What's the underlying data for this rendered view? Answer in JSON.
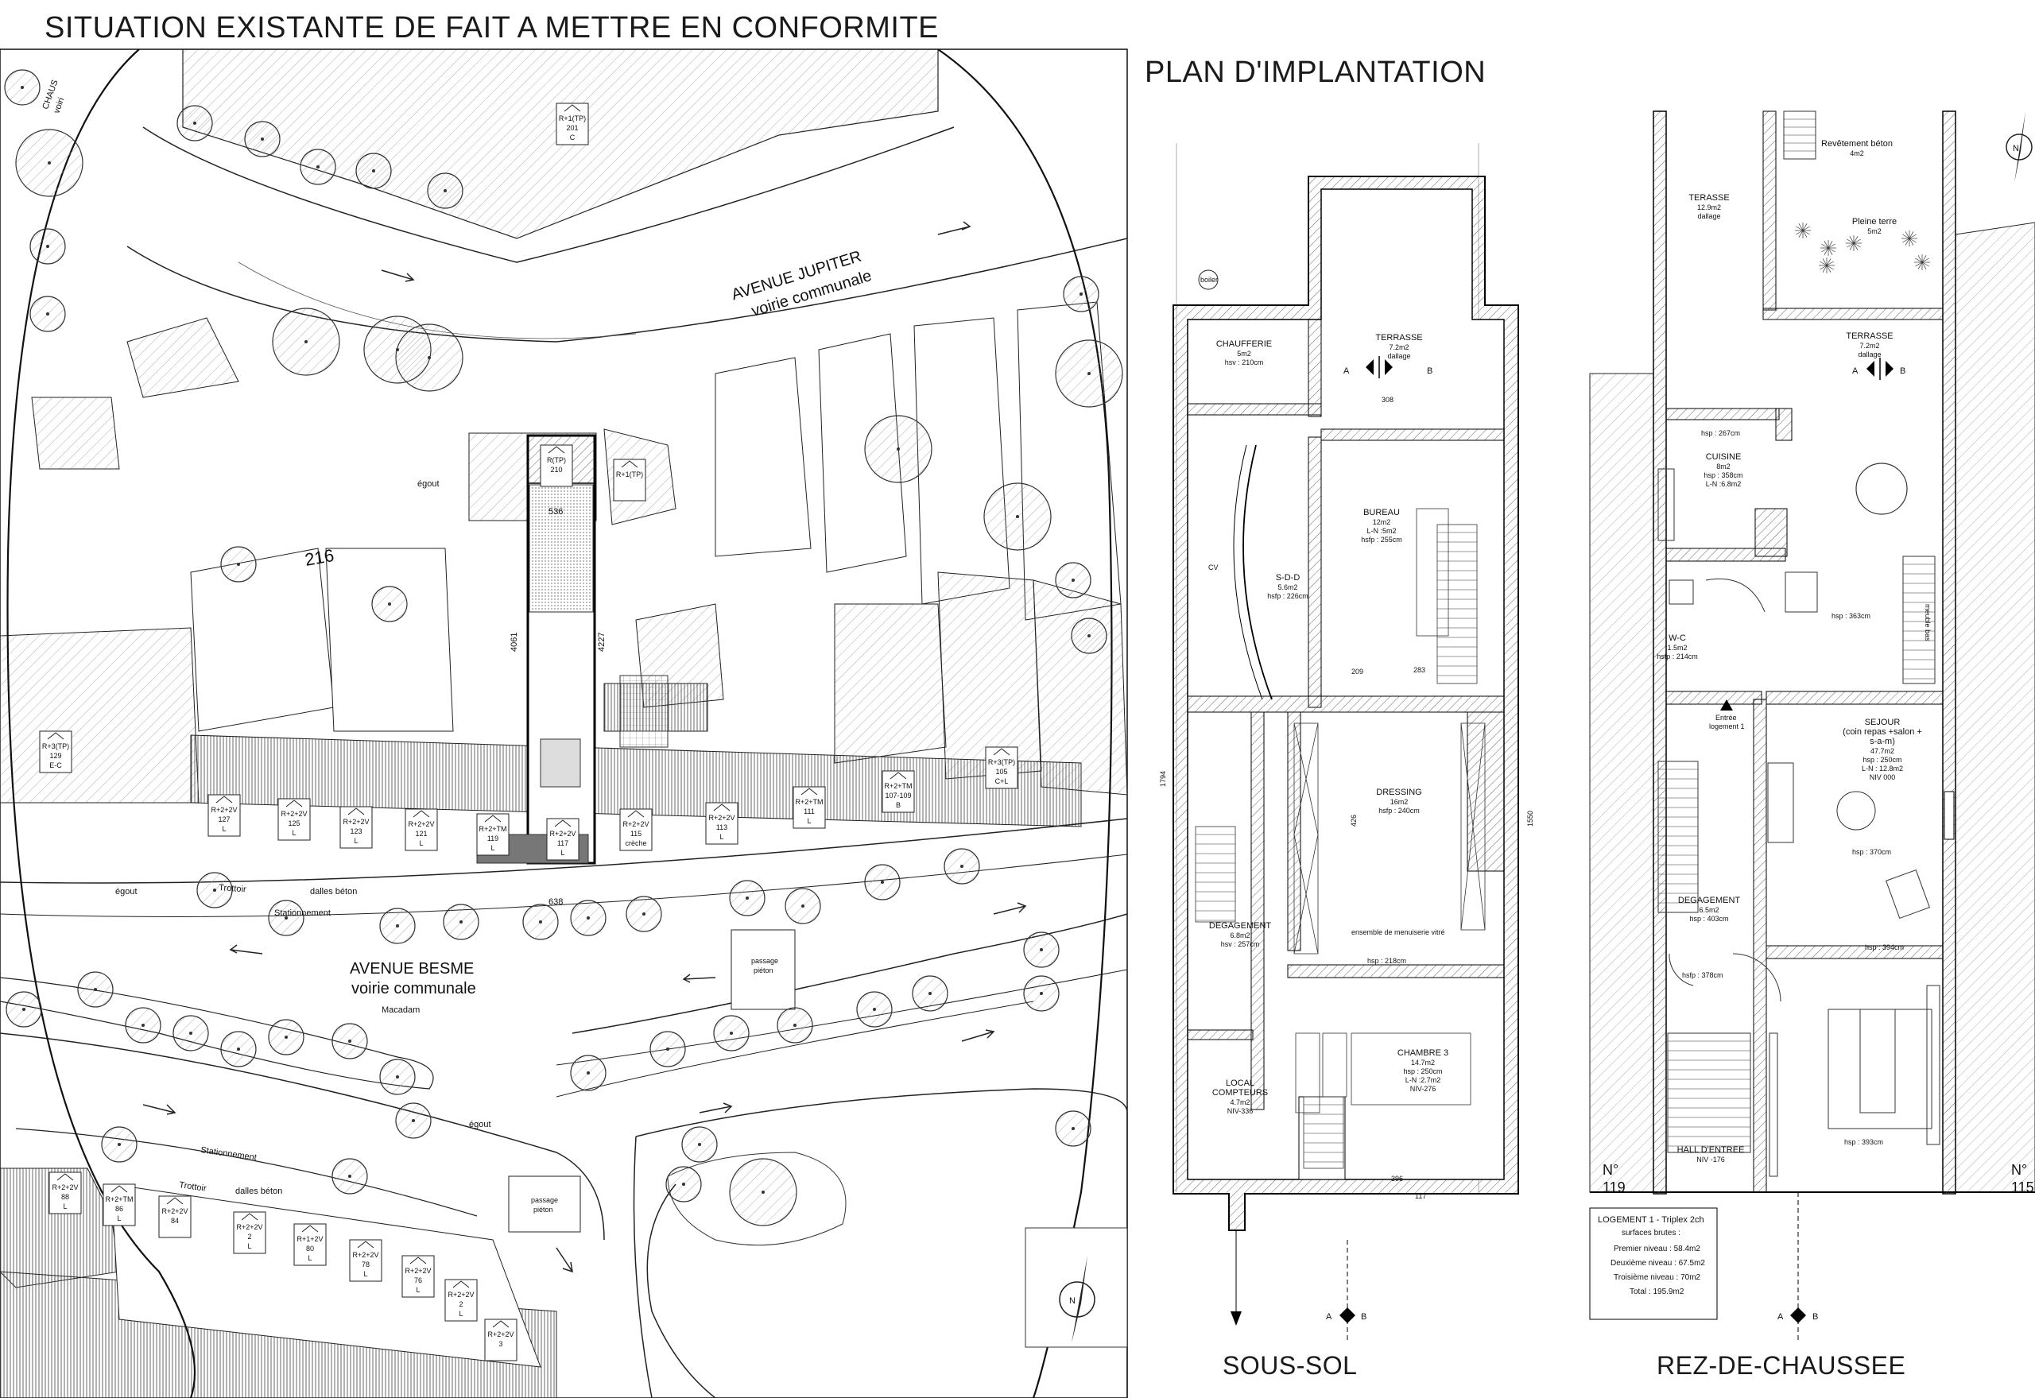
{
  "sheet_title": "SITUATION EXISTANTE DE FAIT A METTRE EN CONFORMITE",
  "site_plan": {
    "streets": [
      {
        "name": "AVENUE JUPITER",
        "type": "voirie communale"
      },
      {
        "name": "AVENUE BESME",
        "type": "voirie communale"
      }
    ],
    "chaussee_fragment": "CHAUS",
    "chaussee_fragment_2": "voiri",
    "labels": {
      "egout": "égout",
      "trottoir": "Trottoir",
      "dalles": "dalles béton",
      "stationnement": "Stationnement",
      "macadam": "Macadam",
      "passage": "passage",
      "pieton": "piéton",
      "dim_638": "638",
      "dim_4061": "4061",
      "dim_4227": "4227",
      "dim_536": "536",
      "parcel_216": "216"
    },
    "buildings": [
      {
        "code": "R+1(TP)",
        "number": "201",
        "letter": "C"
      },
      {
        "code": "R(TP)",
        "number": "210",
        "letter": ""
      },
      {
        "code": "R+1(TP)",
        "number": "",
        "letter": ""
      },
      {
        "code": "R+3(TP)",
        "number": "129",
        "letter": "E-C"
      },
      {
        "code": "R+2+2V",
        "number": "127",
        "letter": "L"
      },
      {
        "code": "R+2+2V",
        "number": "125",
        "letter": "L"
      },
      {
        "code": "R+2+2V",
        "number": "123",
        "letter": "L"
      },
      {
        "code": "R+2+2V",
        "number": "121",
        "letter": "L"
      },
      {
        "code": "R+2+TM",
        "number": "119",
        "letter": "L"
      },
      {
        "code": "R+2+2V",
        "number": "117",
        "letter": "L"
      },
      {
        "code": "R+2+2V",
        "number": "115",
        "letter": "crèche"
      },
      {
        "code": "R+2+2V",
        "number": "113",
        "letter": "L"
      },
      {
        "code": "R+2+TM",
        "number": "111",
        "letter": "L"
      },
      {
        "code": "R+2+TM",
        "number": "107-109",
        "letter": "B"
      },
      {
        "code": "R+3(TP)",
        "number": "105",
        "letter": "C+L"
      },
      {
        "code": "R+2+2V",
        "number": "88",
        "letter": "L"
      },
      {
        "code": "R+2+TM",
        "number": "86",
        "letter": "L"
      },
      {
        "code": "R+2+2V",
        "number": "84",
        "letter": ""
      },
      {
        "code": "R+2+2V",
        "number": "2",
        "letter": "L"
      },
      {
        "code": "R+1+2V",
        "number": "80",
        "letter": "L"
      },
      {
        "code": "R+2+2V",
        "number": "78",
        "letter": "L"
      },
      {
        "code": "R+2+2V",
        "number": "76",
        "letter": "L"
      },
      {
        "code": "R+2+2V",
        "number": "2",
        "letter": "L"
      },
      {
        "code": "R+2+2V",
        "number": "3",
        "letter": ""
      }
    ]
  },
  "plan_title": "PLAN D'IMPLANTATION",
  "sous_sol": {
    "label": "SOUS-SOL",
    "rooms": [
      {
        "name": "CHAUFFERIE",
        "area": "5m2",
        "info": "hsv : 210cm"
      },
      {
        "name": "TERRASSE",
        "area": "7.2m2",
        "info": "dallage"
      },
      {
        "name": "BUREAU",
        "area": "12m2",
        "info": "L-N :5m2",
        "info2": "hsfp : 255cm"
      },
      {
        "name": "S-D-D",
        "area": "5.6m2",
        "info": "hsfp : 226cm"
      },
      {
        "name": "DRESSING",
        "area": "16m2",
        "info": "hsfp : 240cm"
      },
      {
        "name": "DEGAGEMENT",
        "area": "6.8m2",
        "info": "hsv : 257cm"
      },
      {
        "name": "CHAMBRE 3",
        "area": "14.7m2",
        "info": "hsp : 250cm",
        "info2": "L-N :2.7m2",
        "info3": "NIV-276"
      },
      {
        "name": "LOCAL",
        "name2": "COMPTEURS",
        "area": "4.7m2",
        "info": "NIV-336"
      }
    ],
    "misc": {
      "boiler": "boiler",
      "cv": "CV",
      "section_a": "A",
      "section_b": "B",
      "hsp": "hsp : 218cm",
      "dim_1794": "1794",
      "dim_1550": "1550",
      "dim_209": "209",
      "dim_283": "283",
      "dim_308": "308",
      "dim_396": "396",
      "dim_117": "117",
      "dim_426": "426",
      "note": "ensemble de menuiserie vitré"
    }
  },
  "rez": {
    "label": "REZ-DE-CHAUSSEE",
    "rooms": [
      {
        "name": "Revêtement béton",
        "area": "4m2"
      },
      {
        "name": "TERASSE",
        "area": "12.9m2",
        "info": "dallage"
      },
      {
        "name": "Pleine terre",
        "area": "5m2"
      },
      {
        "name": "TERRASSE",
        "area": "7.2m2",
        "info": "dallage"
      },
      {
        "name": "CUISINE",
        "area": "8m2",
        "info": "hsp : 358cm",
        "info2": "L-N :6.8m2"
      },
      {
        "name": "W-C",
        "area": "1.5m2",
        "info": "hsfp : 214cm"
      },
      {
        "name": "SEJOUR",
        "name2": "(coin repas +salon +",
        "name3": "s-a-m)",
        "area": "47.7m2",
        "info": "hsp : 250cm",
        "info2": "L-N : 12.8m2",
        "info3": "NIV 000"
      },
      {
        "name": "DEGAGEMENT",
        "area": "6.5m2",
        "info": "hsp : 403cm"
      },
      {
        "name": "HALL D'ENTREE",
        "area": "",
        "info": "NIV -176"
      }
    ],
    "misc": {
      "hsp_267": "hsp : 267cm",
      "hsp_363": "hsp : 363cm",
      "hsp_370": "hsp : 370cm",
      "hsp_378": "hsfp : 378cm",
      "hsp_393": "hsp : 393cm",
      "hsp_394": "hsp : 394cm",
      "entree": "Entrée",
      "logement": "logement 1",
      "neighbour_left": "N°",
      "neighbour_left_num": "119",
      "neighbour_right": "N°",
      "neighbour_right_num": "115",
      "section_a": "A",
      "section_b": "B",
      "meuble": "meuble bas"
    },
    "summary": {
      "line1": "LOGEMENT 1 - Triplex 2ch",
      "line2": "surfaces brutes :",
      "line3": "Premier niveau : 58.4m2",
      "line4": "Deuxième niveau : 67.5m2",
      "line5": "Troisième niveau : 70m2",
      "line6": "Total : 195.9m2"
    }
  }
}
